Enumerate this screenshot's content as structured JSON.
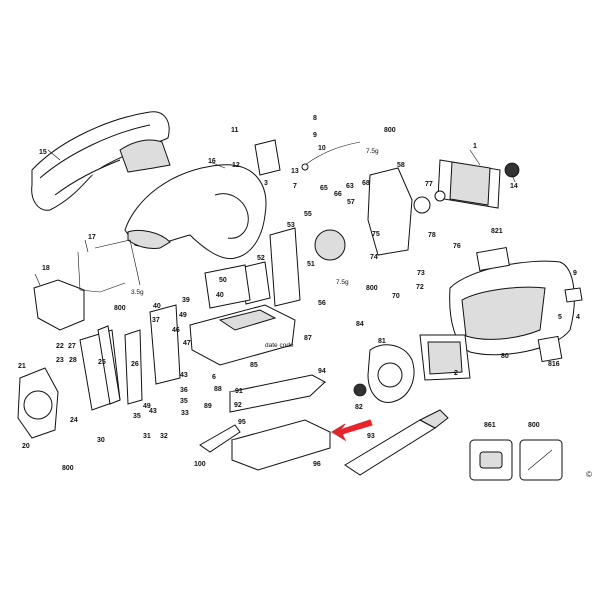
{
  "labels": {
    "l1": "1",
    "l2": "2",
    "l3": "3",
    "l4": "4",
    "l5": "5",
    "l6": "6",
    "l7": "7",
    "l8": "8",
    "l9": "9",
    "l10": "10",
    "l11": "11",
    "l12": "12",
    "l13": "13",
    "l14": "14",
    "l15": "15",
    "l16": "16",
    "l17": "17",
    "l18": "18",
    "l20": "20",
    "l21": "21",
    "l22": "22",
    "l23": "23",
    "l24": "24",
    "l25": "25",
    "l26": "26",
    "l27": "27",
    "l28": "28",
    "l30": "30",
    "l31": "31",
    "l32": "32",
    "l33": "33",
    "l35": "35",
    "l36": "36",
    "l37": "37",
    "l39": "39",
    "l40": "40",
    "l43": "43",
    "l46": "46",
    "l47": "47",
    "l49": "49",
    "l50": "50",
    "l51": "51",
    "l52": "52",
    "l53": "53",
    "l55": "55",
    "l56": "56",
    "l57": "57",
    "l58": "58",
    "l63": "63",
    "l65": "65",
    "l66": "66",
    "l68": "68",
    "l70": "70",
    "l72": "72",
    "l73": "73",
    "l74": "74",
    "l75": "75",
    "l76": "76",
    "l77": "77",
    "l78": "78",
    "l80": "80",
    "l81": "81",
    "l82": "82",
    "l84": "84",
    "l85": "85",
    "l87": "87",
    "l88": "88",
    "l89": "89",
    "l91": "91",
    "l92": "92",
    "l93": "93",
    "l94": "94",
    "l95": "95",
    "l96": "96",
    "l100": "100",
    "l800a": "800",
    "l800b": "800",
    "l800c": "800",
    "l800d": "800",
    "l800e": "800",
    "l816": "816",
    "l821": "821",
    "l861": "861",
    "grease1": "7.5g",
    "grease2": "7.5g",
    "grease3": "3.5g",
    "datecode": "date code",
    "copyright": "©"
  },
  "colors": {
    "arrow": "#e8232a",
    "line": "#111111"
  }
}
